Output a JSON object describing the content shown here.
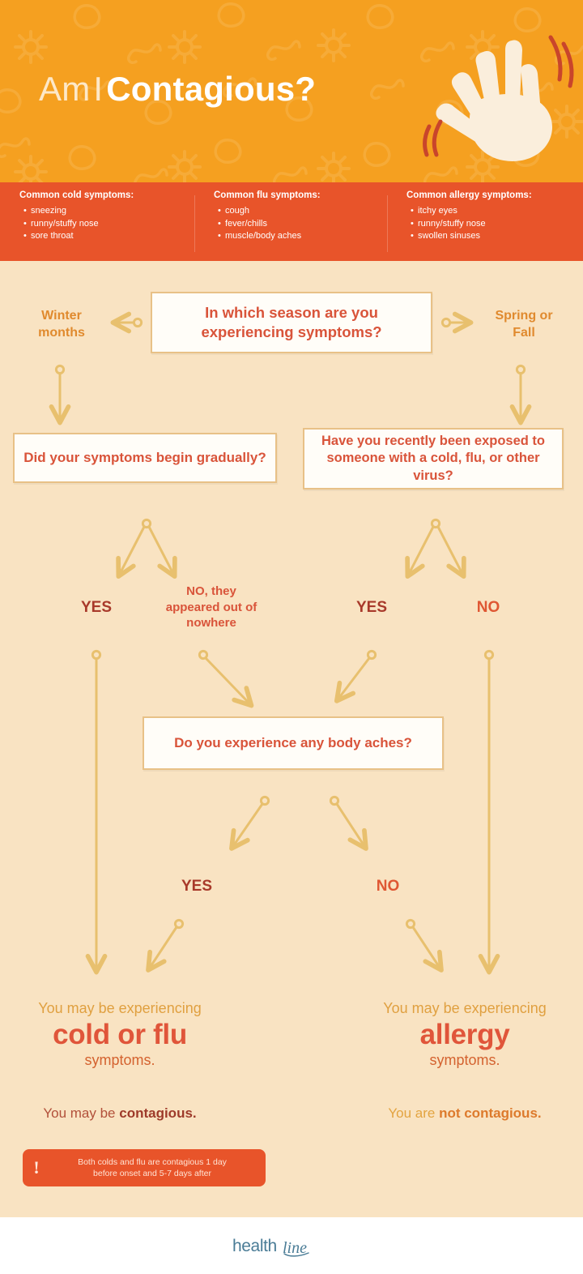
{
  "header": {
    "title_light": "Am",
    "title_divider": "I",
    "title_bold": "Contagious?",
    "bg_color": "#F5A020",
    "hand_icon": "waving-hand-icon"
  },
  "symptom_bar": {
    "bg_color": "#E8542A",
    "columns": [
      {
        "heading": "Common cold symptoms:",
        "items": [
          "sneezing",
          "runny/stuffy nose",
          "sore throat"
        ]
      },
      {
        "heading": "Common flu symptoms:",
        "items": [
          "cough",
          "fever/chills",
          "muscle/body aches"
        ]
      },
      {
        "heading": "Common allergy symptoms:",
        "items": [
          "itchy eyes",
          "runny/stuffy nose",
          "swollen sinuses"
        ]
      }
    ]
  },
  "flowchart": {
    "bg_color": "#F9E3C2",
    "box_border_color": "#E8C187",
    "box_fill_color": "#FFFDF8",
    "question_text_color": "#D9543A",
    "connector_color": "#E8C06E",
    "questions": {
      "season": "In which season are you experiencing symptoms?",
      "gradual": "Did your symptoms begin gradually?",
      "exposed": "Have you recently been exposed to someone with a cold, flu, or other virus?",
      "aches": "Do you experience any body aches?"
    },
    "labels": {
      "winter": "Winter months",
      "spring_fall": "Spring or Fall",
      "gradual_yes": "YES",
      "gradual_no": "NO, they appeared out of nowhere",
      "exposed_yes": "YES",
      "exposed_no": "NO",
      "aches_yes": "YES",
      "aches_no": "NO"
    }
  },
  "results": {
    "left": {
      "pre": "You may be experiencing",
      "big": "cold or flu",
      "post": "symptoms.",
      "contagious_prefix": "You may be ",
      "contagious_strong": "contagious."
    },
    "right": {
      "pre": "You may be experiencing",
      "big": "allergy",
      "post": "symptoms.",
      "contagious_prefix": "You are ",
      "contagious_strong": "not contagious."
    }
  },
  "footnote": {
    "icon": "exclamation-icon",
    "line1": "Both colds and flu are contagious 1 day",
    "line2": "before onset and 5-7 days after",
    "bg_color": "#E8542A"
  },
  "footer": {
    "logo_text_a": "health",
    "logo_text_b": "line",
    "logo_color": "#4A7C96"
  }
}
